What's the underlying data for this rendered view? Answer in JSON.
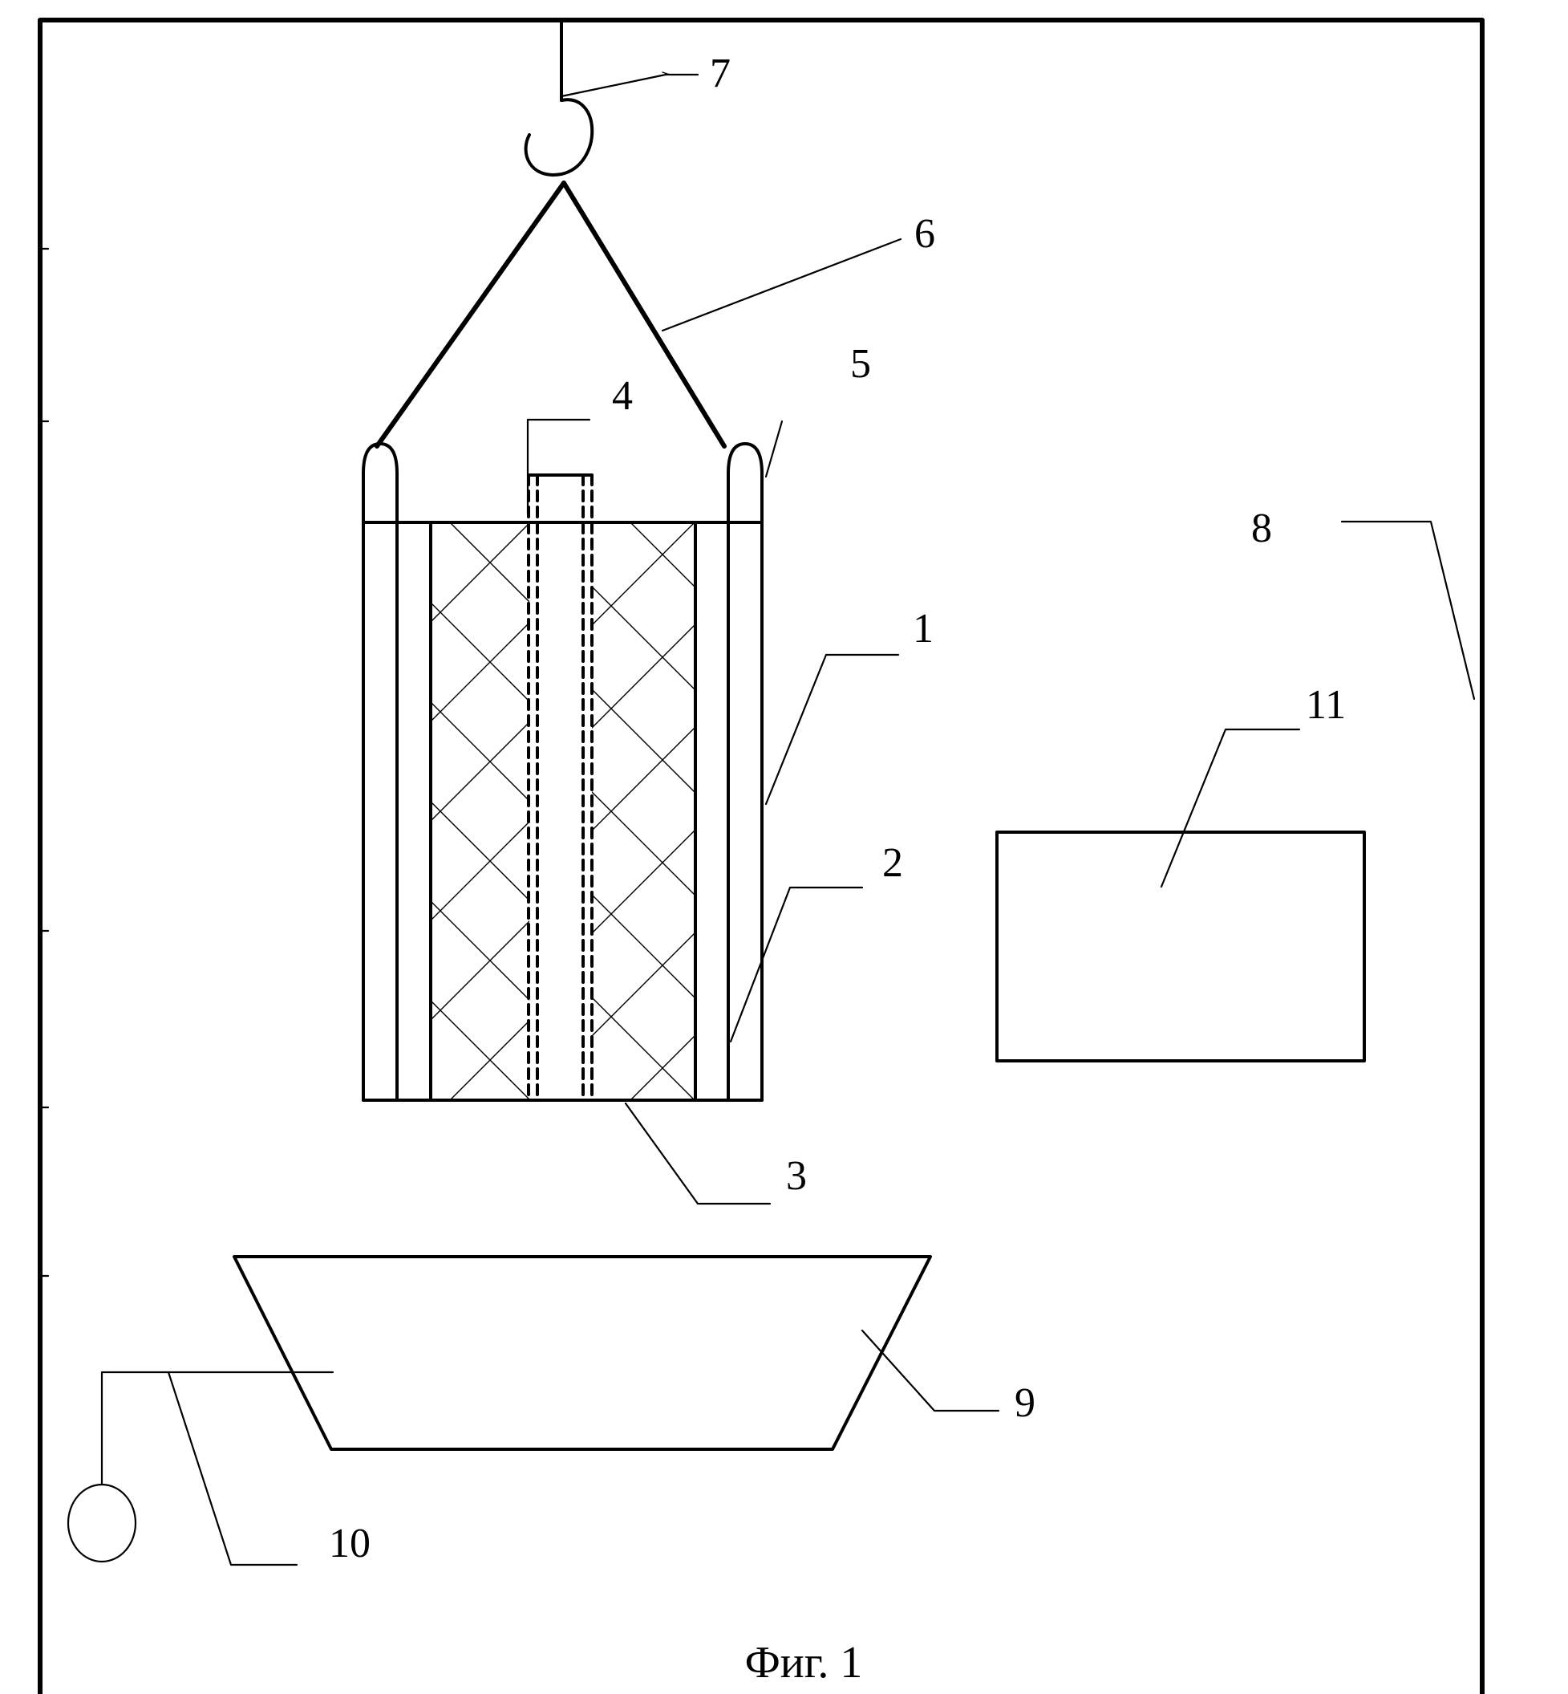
{
  "figure": {
    "caption": "Фиг. 1",
    "labels": {
      "l1": "1",
      "l2": "2",
      "l3": "3",
      "l4": "4",
      "l5": "5",
      "l6": "6",
      "l7": "7",
      "l8": "8",
      "l9": "9",
      "l10": "10",
      "l11": "11"
    }
  }
}
